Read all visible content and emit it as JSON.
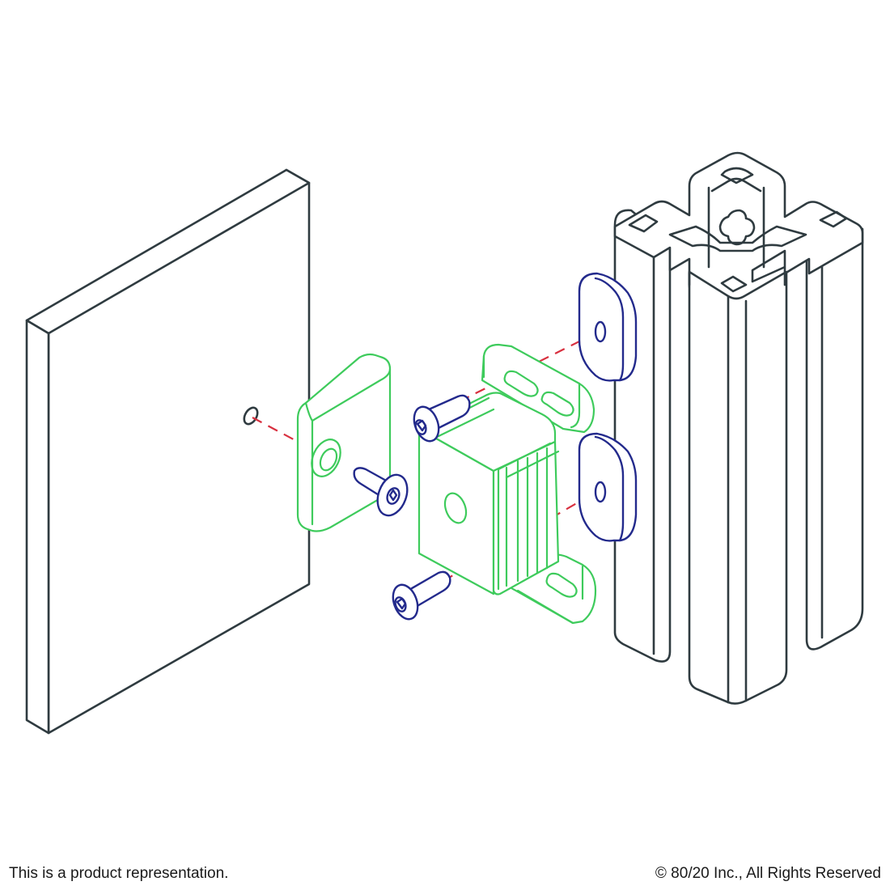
{
  "caption": {
    "left": "This is a product representation.",
    "right": "© 80/20 Inc., All Rights Reserved"
  },
  "colors": {
    "outline": "#2f3b40",
    "bracket": "#3ecb5c",
    "fastener": "#232a8c",
    "axis_line": "#d8303f",
    "background": "#ffffff"
  },
  "parts": [
    "panel",
    "mounting-plate",
    "bracket-assembly",
    "t-nuts",
    "screws",
    "aluminum-extrusion"
  ]
}
